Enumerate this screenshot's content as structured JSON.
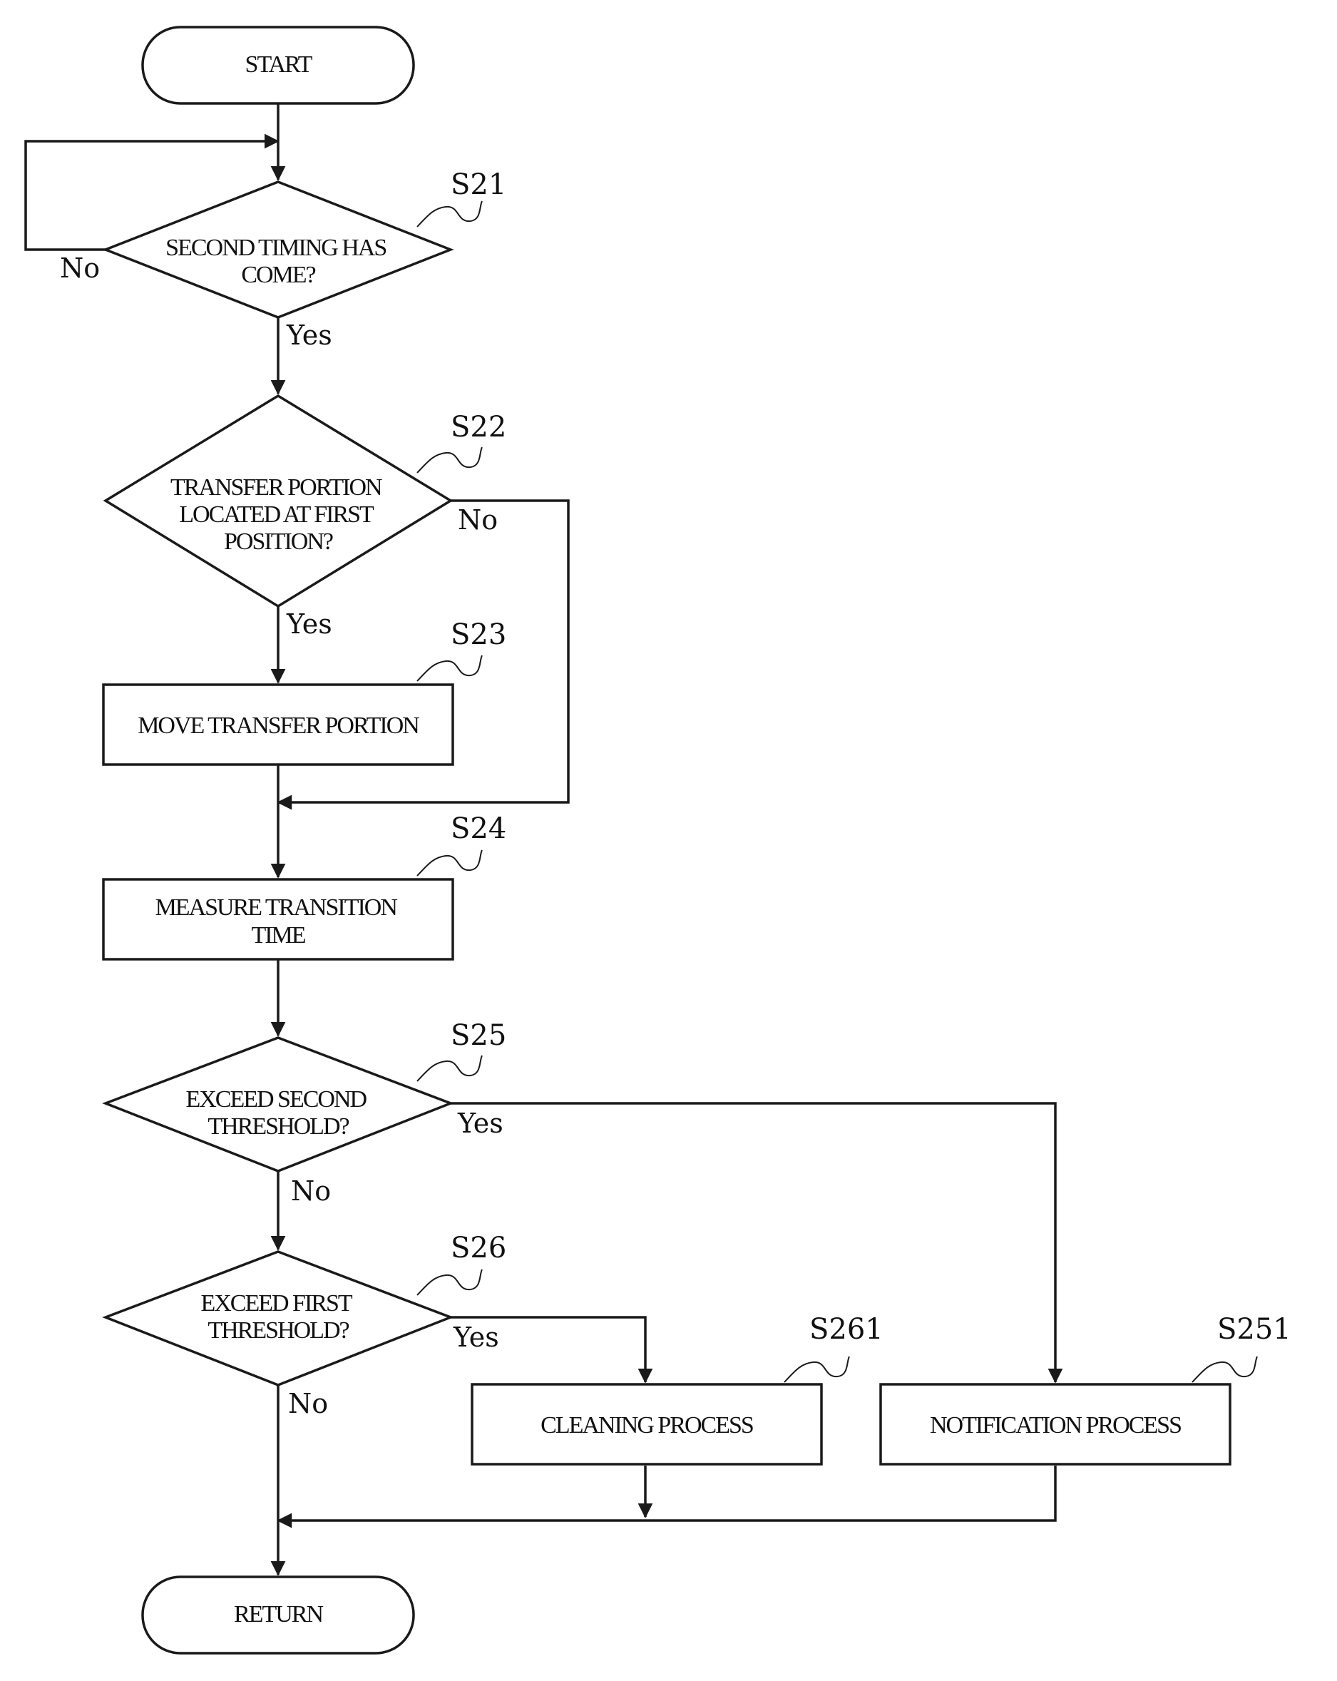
{
  "diagram": {
    "nodes": {
      "start": {
        "label": [
          "START"
        ]
      },
      "s21": {
        "step": "S21",
        "label": [
          "SECOND TIMING HAS",
          "COME?"
        ]
      },
      "s22": {
        "step": "S22",
        "label": [
          "TRANSFER PORTION",
          "LOCATED AT FIRST",
          "POSITION?"
        ]
      },
      "s23": {
        "step": "S23",
        "label": [
          "MOVE TRANSFER PORTION"
        ]
      },
      "s24": {
        "step": "S24",
        "label": [
          "MEASURE TRANSITION",
          "TIME"
        ]
      },
      "s25": {
        "step": "S25",
        "label": [
          "EXCEED SECOND",
          "THRESHOLD?"
        ]
      },
      "s26": {
        "step": "S26",
        "label": [
          "EXCEED FIRST",
          "THRESHOLD?"
        ]
      },
      "s261": {
        "step": "S261",
        "label": [
          "CLEANING PROCESS"
        ]
      },
      "s251": {
        "step": "S251",
        "label": [
          "NOTIFICATION PROCESS"
        ]
      },
      "return": {
        "label": [
          "RETURN"
        ]
      }
    },
    "edge_labels": {
      "s21_no": "No",
      "s21_yes": "Yes",
      "s22_no": "No",
      "s22_yes": "Yes",
      "s25_yes": "Yes",
      "s25_no": "No",
      "s26_yes": "Yes",
      "s26_no": "No"
    }
  }
}
